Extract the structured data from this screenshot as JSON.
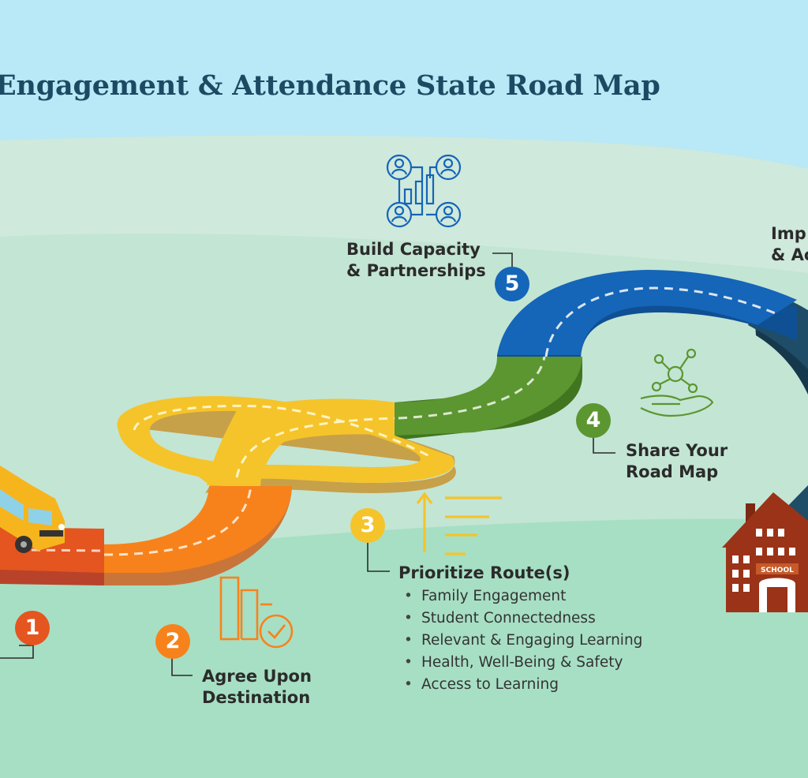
{
  "title": "Engagement & Attendance State Road Map",
  "colors": {
    "sky": "#b9e8f6",
    "step1": "#e5551f",
    "step2": "#f7821b",
    "step3": "#f5c42a",
    "step4": "#5b9630",
    "step5": "#1565b8",
    "step6": "#1f4d68",
    "school": "#9a3318",
    "title": "#1d4a63"
  },
  "steps": [
    {
      "number": "1",
      "label": ""
    },
    {
      "number": "2",
      "label_line1": "Agree Upon",
      "label_line2": "Destination",
      "icon": "bar-check-icon"
    },
    {
      "number": "3",
      "label": "Prioritize Route(s)",
      "icon": "priority-arrow-icon",
      "routes": [
        "Family Engagement",
        "Student Connectedness",
        "Relevant & Engaging Learning",
        "Health, Well-Being & Safety",
        "Access to Learning"
      ]
    },
    {
      "number": "4",
      "label_line1": "Share Your",
      "label_line2": "Road Map",
      "icon": "hand-network-icon"
    },
    {
      "number": "5",
      "label_line1": "Build Capacity",
      "label_line2": "& Partnerships",
      "icon": "people-network-icon"
    },
    {
      "number": "",
      "label_line1": "Imp",
      "label_line2": "& Ac"
    }
  ],
  "school_sign": "SCHOOL",
  "bullet": "•"
}
